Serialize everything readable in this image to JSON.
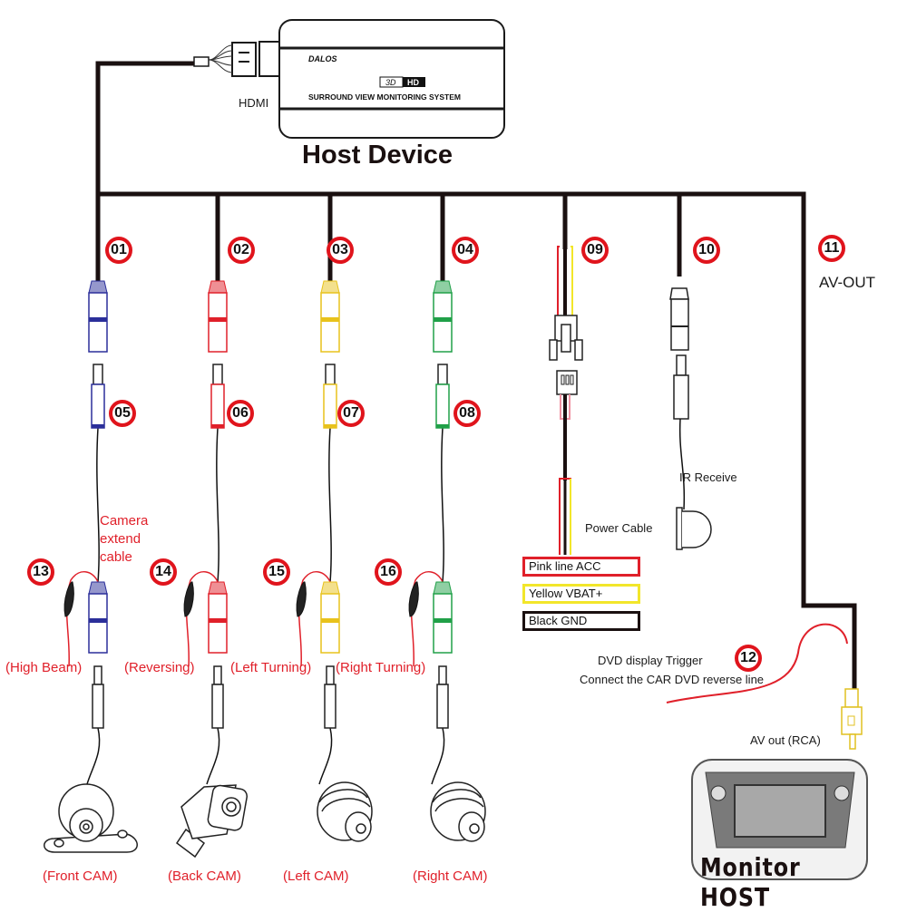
{
  "host": {
    "title": "Host Device",
    "brand": "DALOS",
    "badge_left": "3D",
    "badge_right": "HD",
    "product_name": "SURROUND VIEW MONITORING SYSTEM",
    "hdmi_label": "HDMI"
  },
  "connectors": [
    {
      "num": "01",
      "color": "#2b2f9a"
    },
    {
      "num": "02",
      "color": "#e0202a"
    },
    {
      "num": "03",
      "color": "#e8c21c"
    },
    {
      "num": "04",
      "color": "#20a048"
    },
    {
      "num": "05",
      "color": "#2b2f9a"
    },
    {
      "num": "06",
      "color": "#e0202a"
    },
    {
      "num": "07",
      "color": "#e8c21c"
    },
    {
      "num": "08",
      "color": "#20a048"
    },
    {
      "num": "09",
      "label": "Power Cable"
    },
    {
      "num": "10",
      "label": "IR Receive"
    },
    {
      "num": "11",
      "label": "AV-OUT"
    },
    {
      "num": "12",
      "label_line1": "DVD display Trigger",
      "label_line2": "Connect the CAR DVD reverse line"
    },
    {
      "num": "13",
      "label": "(High Beam)"
    },
    {
      "num": "14",
      "label": "(Reversing)"
    },
    {
      "num": "15",
      "label": "(Left Turning)"
    },
    {
      "num": "16",
      "label": "(Right Turning)"
    }
  ],
  "extend_cable_label": [
    "Camera",
    "extend",
    "cable"
  ],
  "power_legend": [
    {
      "text": "Pink line ACC",
      "color": "#e0202a"
    },
    {
      "text": "Yellow VBAT+",
      "color": "#f2e62a"
    },
    {
      "text": "Black GND",
      "color": "#1a1010"
    }
  ],
  "cameras": [
    {
      "label": "(Front CAM)"
    },
    {
      "label": "(Back CAM)"
    },
    {
      "label": "(Left CAM)"
    },
    {
      "label": "(Right CAM)"
    }
  ],
  "av_out_rca_label": "AV out  (RCA)",
  "monitor_label": "Monitor  HOST"
}
